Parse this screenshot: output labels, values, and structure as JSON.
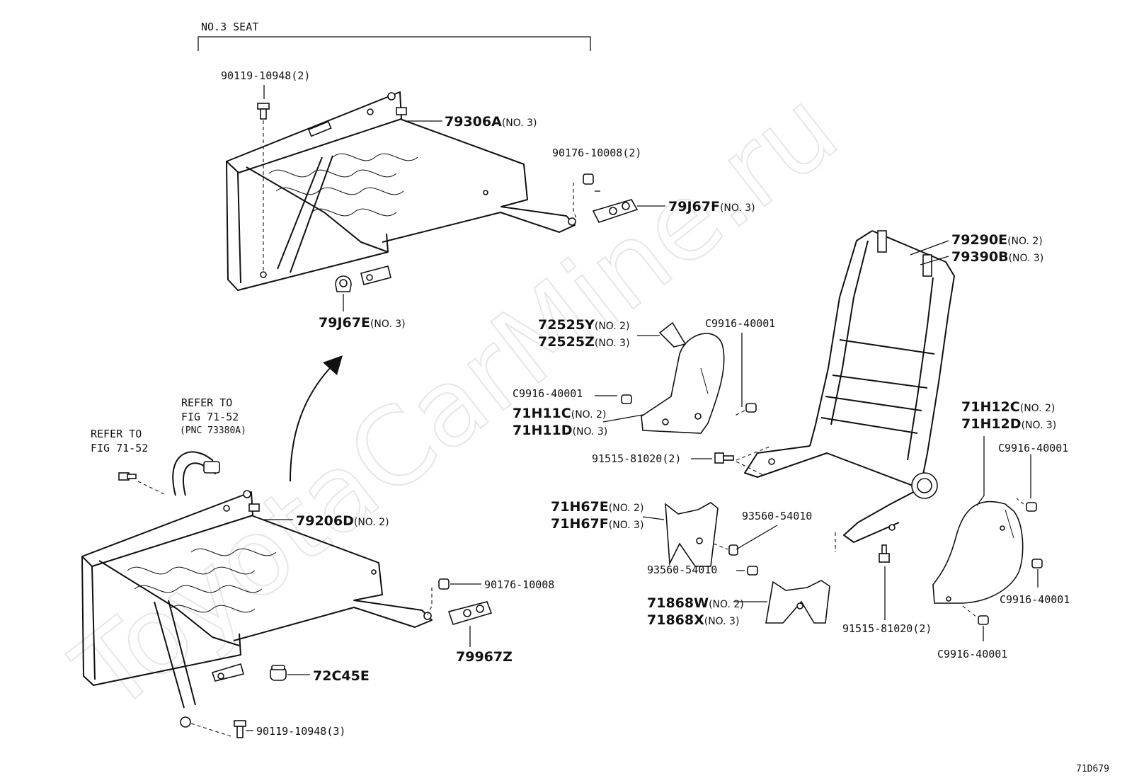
{
  "watermark": "ToyotaCarMine.ru",
  "figure_code": "71D679",
  "header": {
    "title": "NO.3 SEAT"
  },
  "labels": {
    "l01": {
      "part": "90119-10948(2)",
      "qual": ""
    },
    "l02": {
      "part": "79306A",
      "qual": "(NO. 3)"
    },
    "l03": {
      "part": "90176-10008(2)",
      "qual": ""
    },
    "l04": {
      "part": "79J67F",
      "qual": "(NO. 3)"
    },
    "l05": {
      "part": "79J67E",
      "qual": "(NO. 3)"
    },
    "l06": {
      "part": "79290E",
      "qual": "(NO. 2)"
    },
    "l07": {
      "part": "79390B",
      "qual": "(NO. 3)"
    },
    "l08": {
      "part": "72525Y",
      "qual": "(NO. 2)"
    },
    "l09": {
      "part": "72525Z",
      "qual": "(NO. 3)"
    },
    "l10": {
      "part": "C9916-40001",
      "qual": ""
    },
    "l11": {
      "part": "C9916-40001",
      "qual": ""
    },
    "l12": {
      "part": "71H11C",
      "qual": "(NO. 2)"
    },
    "l13": {
      "part": "71H11D",
      "qual": "(NO. 3)"
    },
    "l14": {
      "part": "91515-81020(2)",
      "qual": ""
    },
    "l15": {
      "part": "71H12C",
      "qual": "(NO. 2)"
    },
    "l16": {
      "part": "71H12D",
      "qual": "(NO. 3)"
    },
    "l17": {
      "part": "C9916-40001",
      "qual": ""
    },
    "l18": {
      "part": "71H67E",
      "qual": "(NO. 2)"
    },
    "l19": {
      "part": "71H67F",
      "qual": "(NO. 3)"
    },
    "l20": {
      "part": "93560-54010",
      "qual": ""
    },
    "l21": {
      "part": "93560-54010",
      "qual": ""
    },
    "l22": {
      "part": "71868W",
      "qual": "(NO. 2)"
    },
    "l23": {
      "part": "71868X",
      "qual": "(NO. 3)"
    },
    "l24": {
      "part": "91515-81020(2)",
      "qual": ""
    },
    "l25": {
      "part": "C9916-40001",
      "qual": ""
    },
    "l26": {
      "part": "C9916-40001",
      "qual": ""
    },
    "l27": {
      "part": "79206D",
      "qual": "(NO. 2)"
    },
    "l28": {
      "part": "90176-10008",
      "qual": ""
    },
    "l29": {
      "part": "79967Z",
      "qual": ""
    },
    "l30": {
      "part": "72C45E",
      "qual": ""
    },
    "l31": {
      "part": "90119-10948(3)",
      "qual": ""
    }
  },
  "refers": {
    "belt_anchor": [
      "REFER TO",
      "FIG 71-52"
    ],
    "belt": [
      "REFER TO",
      "FIG 71-52",
      "(PNC 73380A)"
    ]
  }
}
